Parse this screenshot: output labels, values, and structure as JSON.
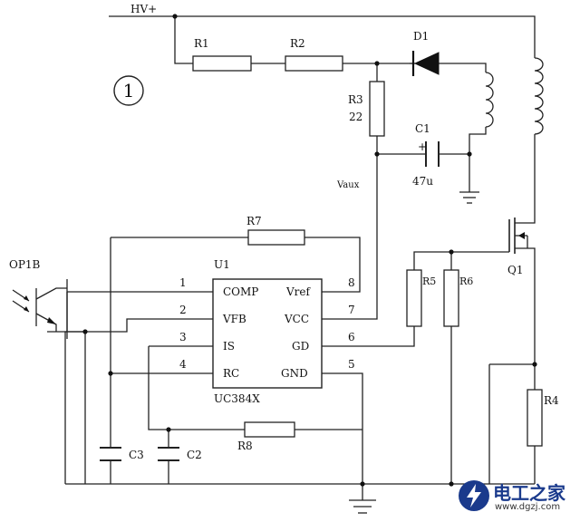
{
  "labels": {
    "hv": "HV+",
    "circle_num": "1",
    "r1": "R1",
    "r2": "R2",
    "d1": "D1",
    "r3": "R3",
    "r3_val": "22",
    "c1": "C1",
    "c1_plus": "+",
    "c1_val": "47u",
    "vaux": "Vaux",
    "r7": "R7",
    "u1": "U1",
    "op": "OP1B",
    "r5": "R5",
    "r6": "R6",
    "q1": "Q1",
    "r4": "R4",
    "r8": "R8",
    "c3": "C3",
    "c2": "C2",
    "ic_name": "UC384X"
  },
  "ic_pins": {
    "p1": "1",
    "p2": "2",
    "p3": "3",
    "p4": "4",
    "p5": "5",
    "p6": "6",
    "p7": "7",
    "p8": "8",
    "comp": "COMP",
    "vfb": "VFB",
    "is": "IS",
    "rc": "RC",
    "vref": "Vref",
    "vcc": "VCC",
    "gd": "GD",
    "gnd": "GND"
  },
  "logo": {
    "brand": "电工之家",
    "url": "www.dgzj.com"
  },
  "colors": {
    "line": "#222222",
    "logo": "#1a3a8c"
  }
}
